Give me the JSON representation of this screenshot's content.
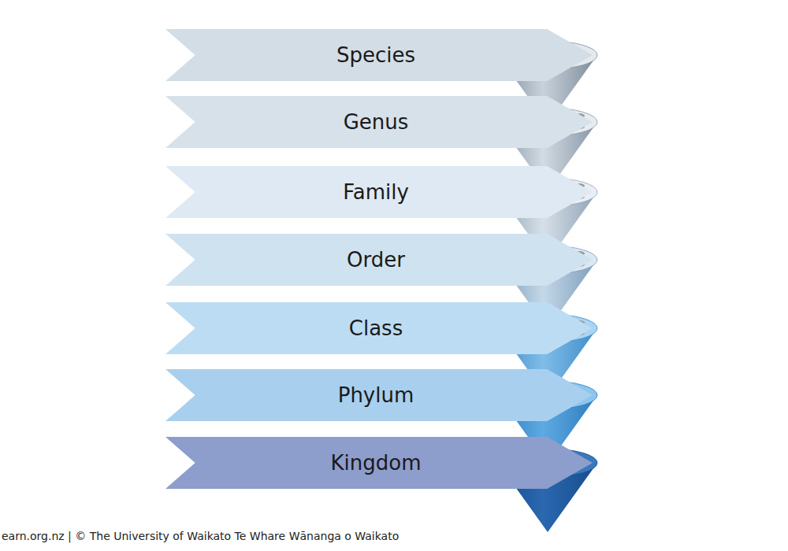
{
  "diagram": {
    "nodes": [
      {
        "text": [
          "Species"
        ]
      },
      {
        "text": [
          "Genus"
        ]
      },
      {
        "text": [
          "Family"
        ]
      },
      {
        "text": [
          "Order"
        ]
      },
      {
        "text": [
          "Class"
        ]
      },
      {
        "text": [
          "Phylum"
        ]
      },
      {
        "text": [
          "Kingdom"
        ]
      }
    ],
    "labels": [
      "earn.org.nz | © The University of Waikato Te Whare Wānanga o Waikato"
    ]
  }
}
